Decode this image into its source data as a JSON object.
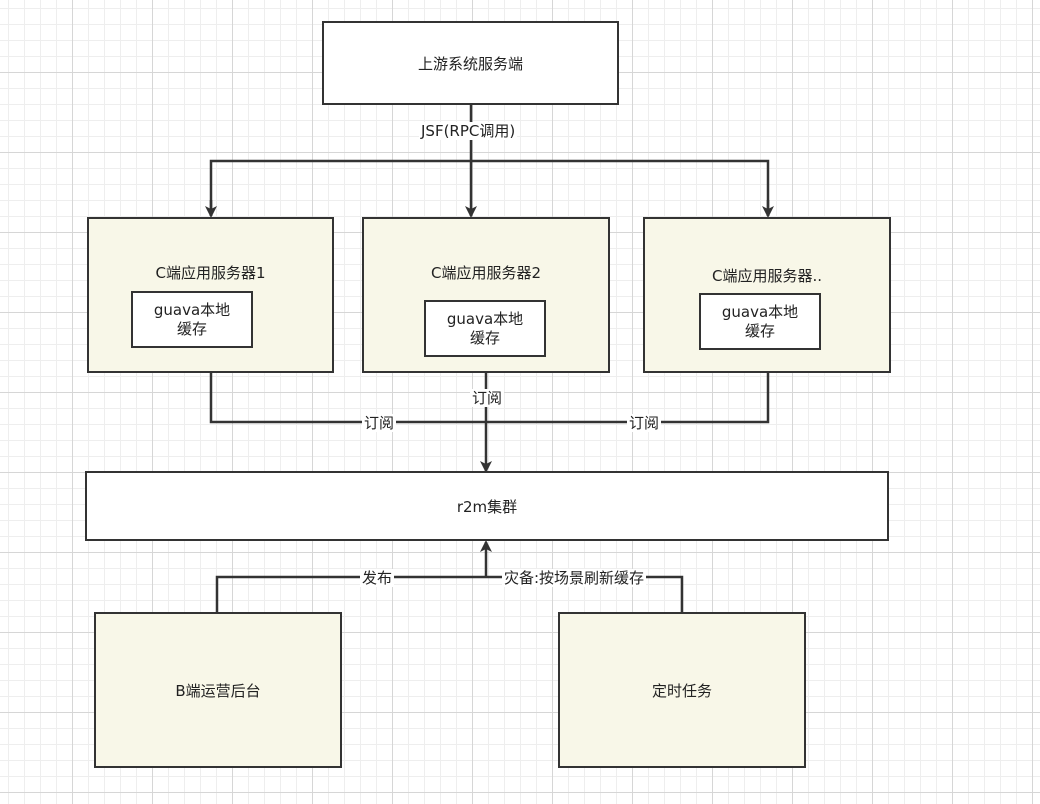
{
  "nodes": {
    "upstream": "上游系统服务端",
    "server1": {
      "title": "C端应用服务器1",
      "cache": "guava本地\n缓存"
    },
    "server2": {
      "title": "C端应用服务器2",
      "cache": "guava本地\n缓存"
    },
    "server3": {
      "title": "C端应用服务器..",
      "cache": "guava本地\n缓存"
    },
    "r2m": "r2m集群",
    "backend": "B端运营后台",
    "timer": "定时任务"
  },
  "edges": {
    "rpc": "JSF(RPC调用)",
    "subscribe_left": "订阅",
    "subscribe_center": "订阅",
    "subscribe_right": "订阅",
    "publish": "发布",
    "refresh": "灾备:按场景刷新缓存"
  },
  "colors": {
    "line": "#333333",
    "box_fill": "#ffffff",
    "server_fill": "#f8f7e8"
  }
}
